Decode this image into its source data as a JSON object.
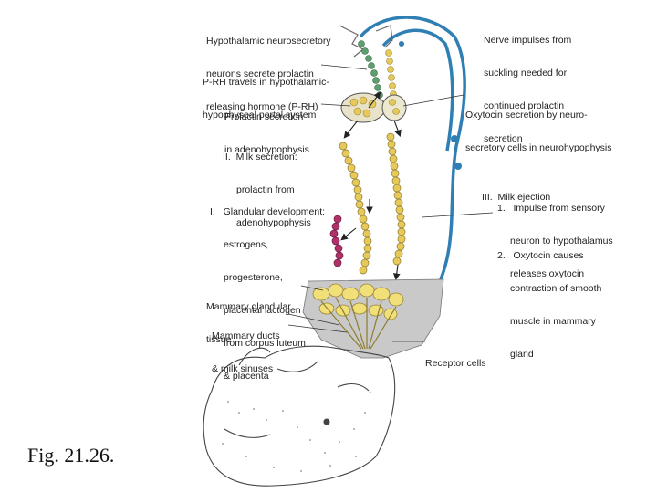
{
  "figure": {
    "caption": "Fig. 21.26.",
    "labels": {
      "hypothalamic": [
        "Hypothalamic neurosecretory",
        "neurons secrete prolactin",
        "releasing hormone (P-RH)"
      ],
      "portal": [
        "P-RH travels in hypothalamic-",
        "hypophyseal portal system"
      ],
      "prolactin_secretion": [
        "Prolactin secretion",
        "in adenohypophysis"
      ],
      "milk_secretion": [
        "II.  Milk secretion:",
        "prolactin from",
        "adenohypophysis"
      ],
      "glandular": [
        "I.   Glandular development:",
        "estrogens,",
        "progesterone,",
        "placental lactogen",
        "from corpus luteum",
        "& placenta"
      ],
      "mammary_tissue": [
        "Mammary glandular",
        "tissue"
      ],
      "ducts": [
        "Mammary ducts",
        "& milk sinuses"
      ],
      "nerve_impulses": [
        "Nerve impulses from",
        "suckling needed for",
        "continued prolactin",
        "secretion"
      ],
      "oxytocin_secretion": [
        "Oxytocin secretion by neuro-",
        "secretory cells in neurohypophysis"
      ],
      "milk_ejection": [
        "III.  Milk ejection"
      ],
      "step1": [
        "1.   Impulse from sensory",
        "neuron to hypothalamus",
        "releases oxytocin"
      ],
      "step2": [
        "2.   Oxytocin causes",
        "contraction of smooth",
        "muscle in mammary",
        "gland"
      ],
      "receptor": [
        "Receptor cells"
      ]
    },
    "colors": {
      "nerve_blue": "#2f7fb5",
      "cell_yellow": "#e6c95a",
      "cell_green": "#5f9e6e",
      "cell_magenta": "#b0306a",
      "gland_grey": "#c9c9c9",
      "gland_yellow": "#f1df7a"
    }
  }
}
